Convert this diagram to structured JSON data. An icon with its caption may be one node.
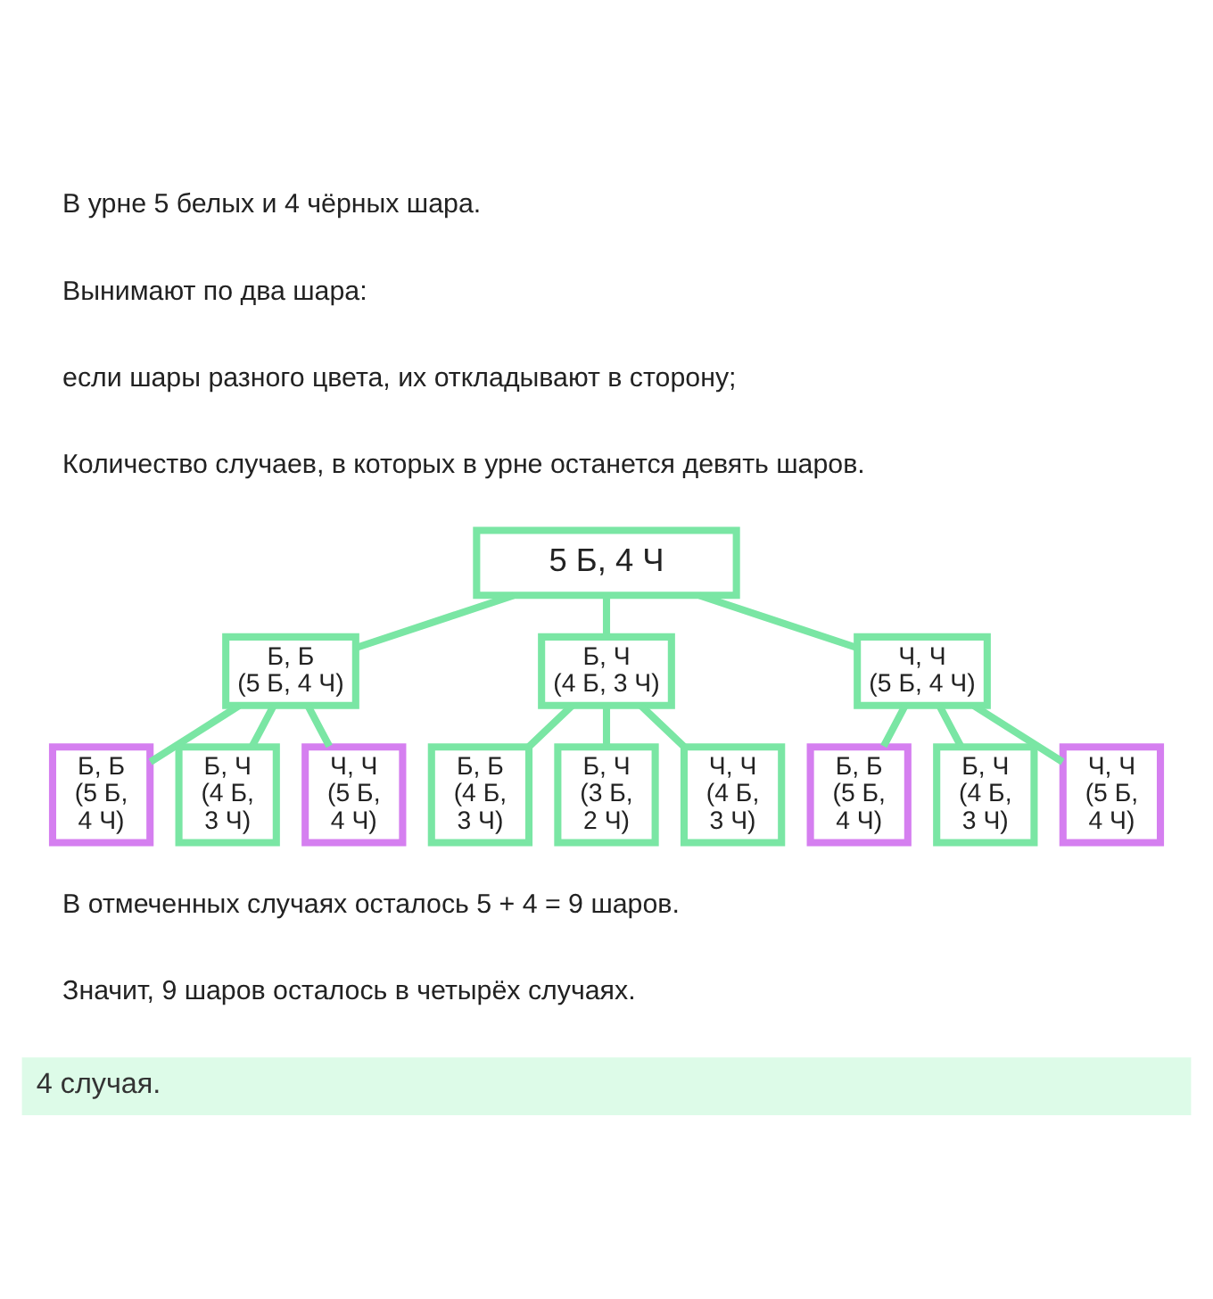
{
  "diagram": {
    "nodes": [
      {
        "text": [
          "5 Б, 4 Ч"
        ]
      },
      {
        "text": [
          "Б, Б",
          "(5 Б, 4 Ч)"
        ]
      },
      {
        "text": [
          "Б, Ч",
          "(4 Б, 3 Ч)"
        ]
      },
      {
        "text": [
          "Ч, Ч",
          "(5 Б, 4 Ч)"
        ]
      },
      {
        "text": [
          "Б, Б",
          "(5 Б, 4 Ч)"
        ]
      },
      {
        "text": [
          "Б, Ч",
          "(4 Б, 3 Ч)"
        ]
      },
      {
        "text": [
          "Ч, Ч",
          "(5 Б, 4 Ч)"
        ]
      },
      {
        "text": [
          "Б, Б",
          "(4 Б, 3 Ч)"
        ]
      },
      {
        "text": [
          "Б, Ч",
          "(3 Б, 2 Ч)"
        ]
      },
      {
        "text": [
          "Ч, Ч",
          "(4 Б, 3 Ч)"
        ]
      },
      {
        "text": [
          "Б, Б",
          "(5 Б, 4 Ч)"
        ]
      },
      {
        "text": [
          "Б, Ч",
          "(4 Б, 3 Ч)"
        ]
      },
      {
        "text": [
          "Ч, Ч",
          "(5 Б, 4 Ч)"
        ]
      },
      {
        "text": [
          "4 случая."
        ]
      }
    ],
    "edges": [
      {
        "from": 0,
        "to": 1,
        "arrow": "none"
      },
      {
        "from": 0,
        "to": 2,
        "arrow": "none"
      },
      {
        "from": 0,
        "to": 3,
        "arrow": "none"
      },
      {
        "from": 1,
        "to": 4,
        "arrow": "none"
      },
      {
        "from": 1,
        "to": 5,
        "arrow": "none"
      },
      {
        "from": 1,
        "to": 6,
        "arrow": "none"
      },
      {
        "from": 2,
        "to": 7,
        "arrow": "none"
      },
      {
        "from": 2,
        "to": 8,
        "arrow": "none"
      },
      {
        "from": 2,
        "to": 9,
        "arrow": "none"
      },
      {
        "from": 3,
        "to": 10,
        "arrow": "none"
      },
      {
        "from": 3,
        "to": 11,
        "arrow": "none"
      },
      {
        "from": 3,
        "to": 12,
        "arrow": "none"
      }
    ],
    "labels": [
      "В урне 5 белых и 4 чёрных шара.",
      "Вынимают по два шара:",
      "если шары разного цвета, их откладывают в сторону;",
      "Количество случаев, в которых в урне останется девять шаров.",
      "В отмеченных случаях осталось 5 + 4 = 9 шаров.",
      "Значит, 9 шаров осталось в четырёх случаях."
    ]
  }
}
